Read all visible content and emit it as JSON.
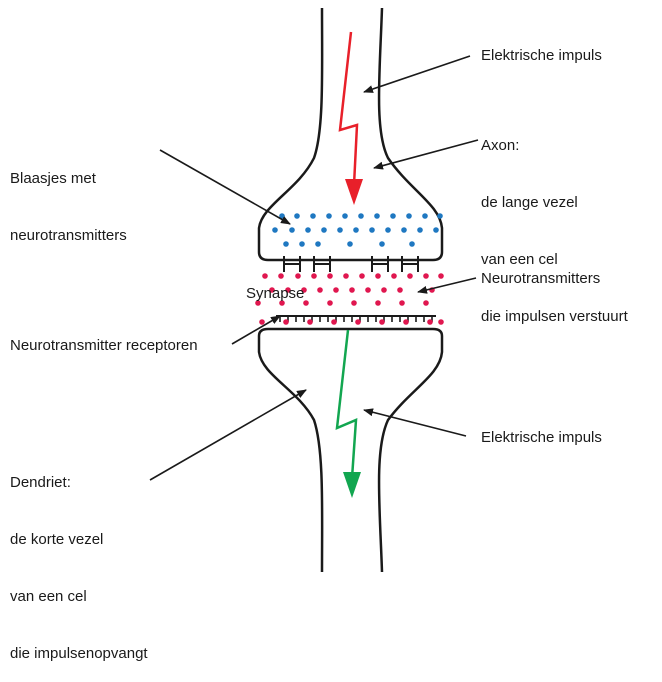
{
  "labels": {
    "elec_impulse_top": "Elektrische impuls",
    "axon_title": "Axon:",
    "axon_line1": "de lange vezel",
    "axon_line2": "van een cel",
    "axon_line3": "die impulsen verstuurt",
    "vesicles_line1": "Blaasjes met",
    "vesicles_line2": "neurotransmitters",
    "neurotransmitters": "Neurotransmitters",
    "synapse": "Synapse",
    "receptors": "Neurotransmitter receptoren",
    "dendrite_title": "Dendriet:",
    "dendrite_line1": "de korte vezel",
    "dendrite_line2": "van een cel",
    "dendrite_line3": "die impulsenopvangt",
    "elec_impulse_bottom": "Elektrische impuls"
  },
  "colors": {
    "outline": "#1a1a1a",
    "impulse_axon": "#e8202a",
    "impulse_dendrite": "#12a650",
    "vesicles": "#1f78c1",
    "neurotransmitters": "#e0174f"
  }
}
